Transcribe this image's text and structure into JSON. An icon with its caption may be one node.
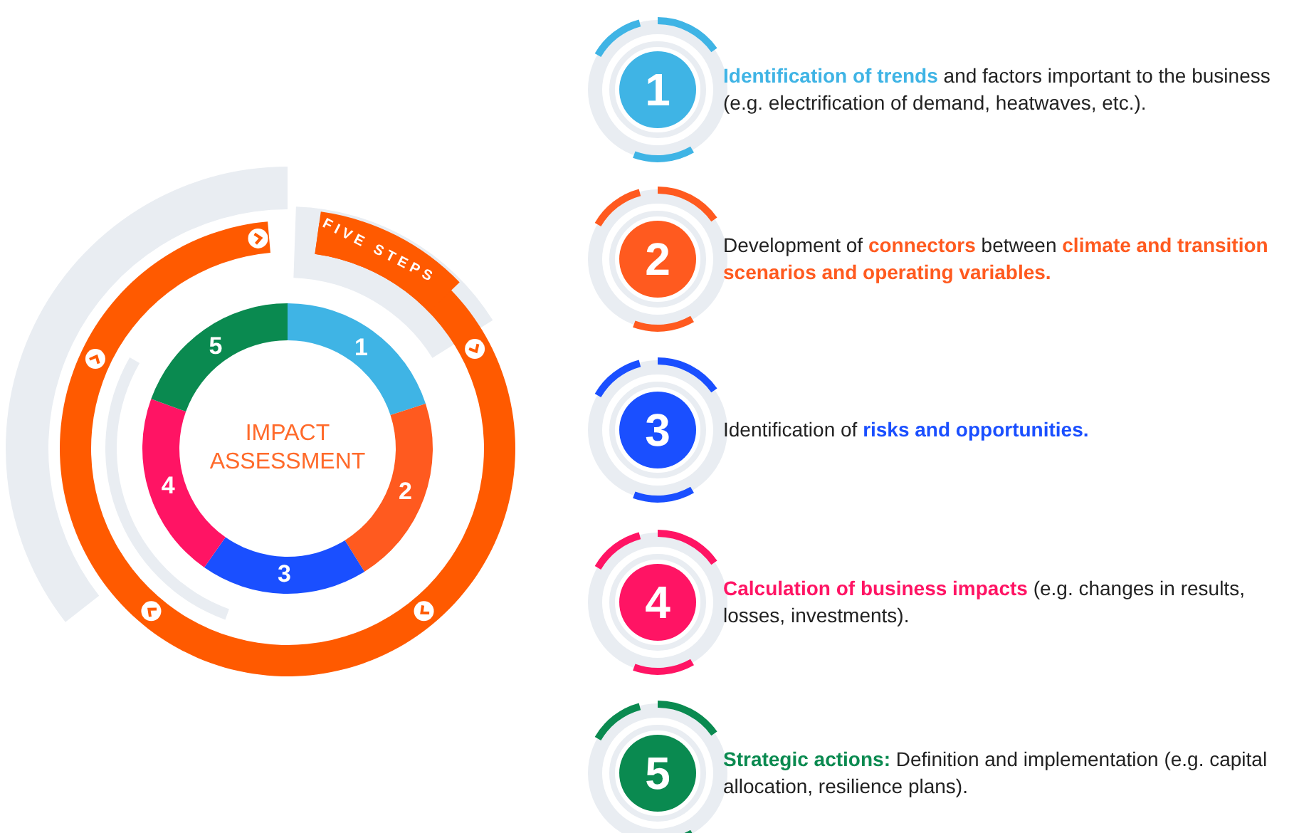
{
  "diagram": {
    "nodes": [
      {
        "text": [
          "IMPACT ASSESSMENT"
        ]
      },
      {
        "text": [
          "1"
        ],
        "beside": [
          "**Identification of trends** and factors important to the business (e.g. electrification of demand, heatwaves, etc.)."
        ]
      },
      {
        "text": [
          "2"
        ],
        "beside": [
          "Development of **connectors** between **climate and transition scenarios and operating variables.**"
        ]
      },
      {
        "text": [
          "3"
        ],
        "beside": [
          "Identification of **risks and opportunities.**"
        ]
      },
      {
        "text": [
          "4"
        ],
        "beside": [
          "**Calculation of business impacts** (e.g. changes in results, losses, investments)."
        ]
      },
      {
        "text": [
          "5"
        ],
        "beside": [
          "**Strategic actions:** Definition and implementation (e.g. capital allocation, resilience plans)."
        ]
      }
    ],
    "labels": [
      "FIVE STEPS",
      "1",
      "2",
      "3",
      "4",
      "5"
    ]
  }
}
